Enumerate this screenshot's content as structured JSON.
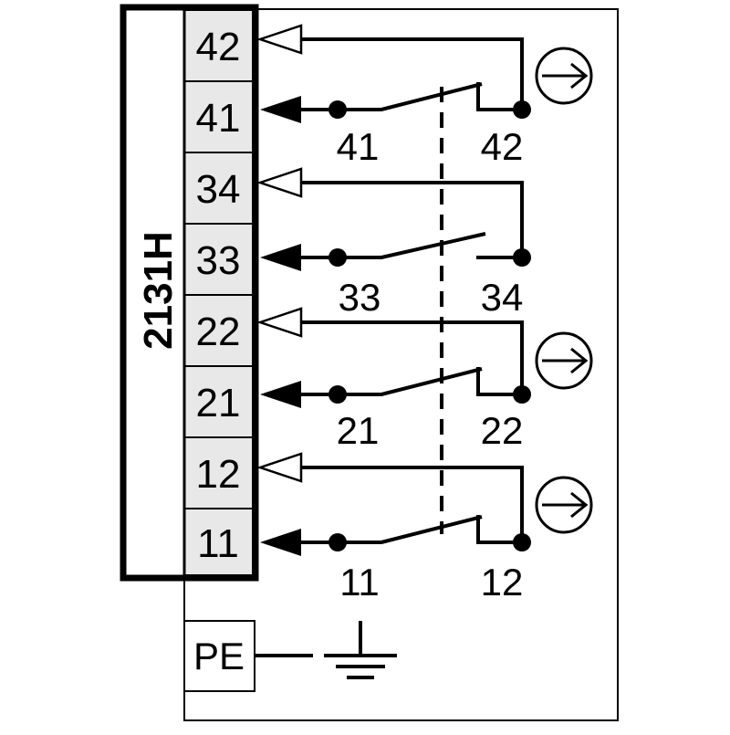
{
  "diagram": {
    "model": "2131H",
    "terminals": [
      "42",
      "41",
      "34",
      "33",
      "22",
      "21",
      "12",
      "11"
    ],
    "contacts": [
      {
        "left_label": "41",
        "right_label": "42",
        "type": "NC",
        "positive_opening": true
      },
      {
        "left_label": "33",
        "right_label": "34",
        "type": "NO",
        "positive_opening": false
      },
      {
        "left_label": "21",
        "right_label": "22",
        "type": "NC",
        "positive_opening": true
      },
      {
        "left_label": "11",
        "right_label": "12",
        "type": "NC",
        "positive_opening": true
      }
    ],
    "pe_label": "PE",
    "colors": {
      "line": "#000000",
      "terminal_fill": "#e8e8e8",
      "background": "#ffffff"
    }
  }
}
